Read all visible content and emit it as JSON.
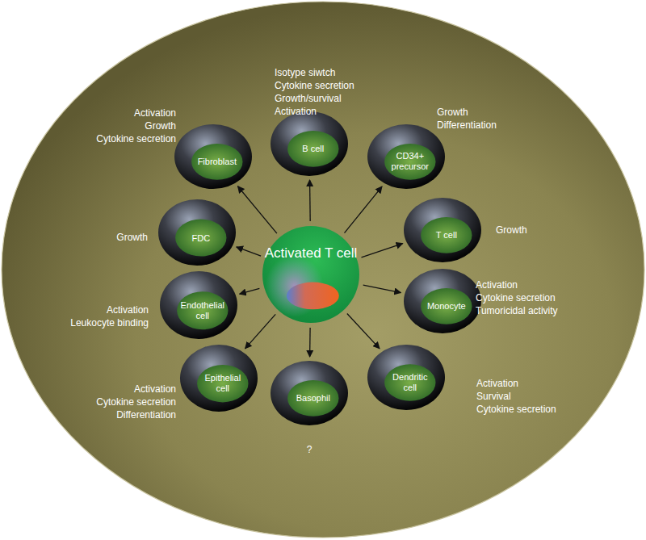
{
  "diagram": {
    "nodes": [
      {
        "text": [
          "Activated T cell"
        ]
      },
      {
        "text": [
          "Fibroblast",
          "Activation Growth Cytokine secretion"
        ]
      },
      {
        "text": [
          "B cell",
          "Isotype siwtch Cytokine secretion Growth/survival Activation"
        ]
      },
      {
        "text": [
          "CD34+ precursor",
          "Growth Differentiation"
        ]
      },
      {
        "text": [
          "FDC",
          "Growth"
        ]
      },
      {
        "text": [
          "T cell",
          "Growth"
        ]
      },
      {
        "text": [
          "Endothelial cell",
          "Activation Leukocyte binding"
        ]
      },
      {
        "text": [
          "Monocyte",
          "Activation Cytokine secretion Tumoricidal activity"
        ]
      },
      {
        "text": [
          "Epithelial cell",
          "Activation Cytokine secretion Differentiation"
        ]
      },
      {
        "text": [
          "Basophil",
          "?"
        ]
      },
      {
        "text": [
          "Dendritic cell",
          "Activation Survival Cytokine secretion"
        ]
      }
    ],
    "edges": [
      {
        "from": 0,
        "to": 1,
        "arrow": "to"
      },
      {
        "from": 0,
        "to": 2,
        "arrow": "to"
      },
      {
        "from": 0,
        "to": 3,
        "arrow": "to"
      },
      {
        "from": 0,
        "to": 4,
        "arrow": "to"
      },
      {
        "from": 0,
        "to": 5,
        "arrow": "to"
      },
      {
        "from": 0,
        "to": 6,
        "arrow": "to"
      },
      {
        "from": 0,
        "to": 7,
        "arrow": "to"
      },
      {
        "from": 0,
        "to": 8,
        "arrow": "to"
      },
      {
        "from": 0,
        "to": 9,
        "arrow": "to"
      },
      {
        "from": 0,
        "to": 10,
        "arrow": "to"
      }
    ]
  }
}
